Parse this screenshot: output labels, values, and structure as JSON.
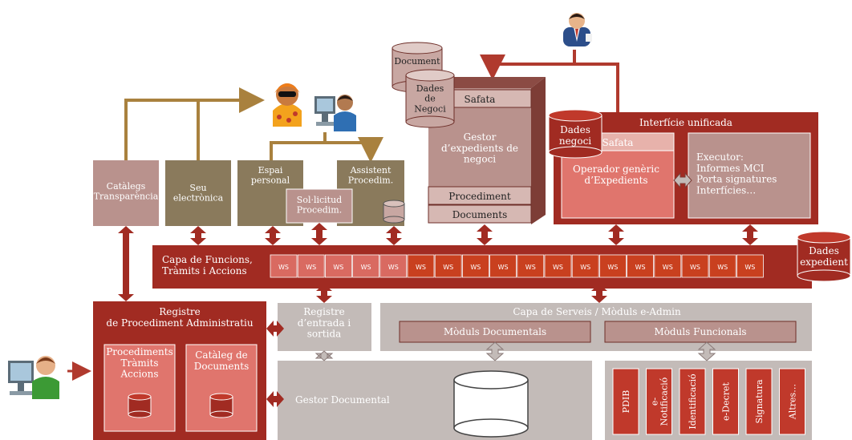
{
  "colors": {
    "dark_red": "#a12b22",
    "mid_red": "#c0392b",
    "ws_orange": "#c9401f",
    "ws_pink": "#d96a61",
    "pink_box": "#e0756d",
    "light_pink": "#e7b2ab",
    "rose_grey": "#b9928d",
    "pale_rose": "#d6b8b3",
    "olive": "#8a7a5c",
    "grey_box": "#c3bbb8",
    "brown_arrow": "#a9813e",
    "cyl_rose": "#c8a7a2"
  },
  "icons": {
    "user_top_right": "businessman-icon",
    "user_top_center_1": "citizen-woman-icon",
    "user_top_center_2": "computer-user-icon",
    "user_left": "computer-user-icon"
  },
  "portals": {
    "catalegs": "Catàlegs\nTransparència",
    "seu": "Seu\nelectrònica",
    "espai": "Espai\npersonal",
    "sollicitud": "Sol·licitud\nProcedim.",
    "assistent": "Assistent\nProcedim."
  },
  "gestor_negoci": {
    "document_cyl": "Document",
    "dades_negoci_cyl": "Dades\nde\nNegoci",
    "safata": "Safata",
    "title": "Gestor\nd’expedients de\nnegoci",
    "procediment": "Procediment",
    "documents": "Documents"
  },
  "interficie": {
    "title": "Interfície unificada",
    "dades_negoci": "Dades\nnegoci",
    "safata": "Safata",
    "operador": "Operador genèric\nd’Expedients",
    "executor": "Executor:\nInformes MCI\nPorta signatures\nInterfícies…"
  },
  "capa_funcions": {
    "label": "Capa de Funcions,\nTràmits i Accions",
    "ws_label": "WS",
    "ws_count": 18,
    "ws_light_count": 5,
    "dades_expedient": "Dades\nexpedient"
  },
  "registre_proc": {
    "title": "Registre\nde Procediment Administratiu",
    "procediments": "Procediments\nTràmits\nAccions",
    "cataleg": "Catàleg de\nDocuments"
  },
  "registre_es": "Registre\nd’entrada i\nsortida",
  "gestor_documental": "Gestor Documental",
  "capa_serveis": {
    "title": "Capa de Serveis / Mòduls e-Admin",
    "documentals": "Mòduls Documentals",
    "funcionals": "Mòduls Funcionals",
    "modules": [
      "PDIB",
      "e-\nNotificació",
      "Identificació",
      "e-Decret",
      "Signatura",
      "Altres…"
    ]
  }
}
